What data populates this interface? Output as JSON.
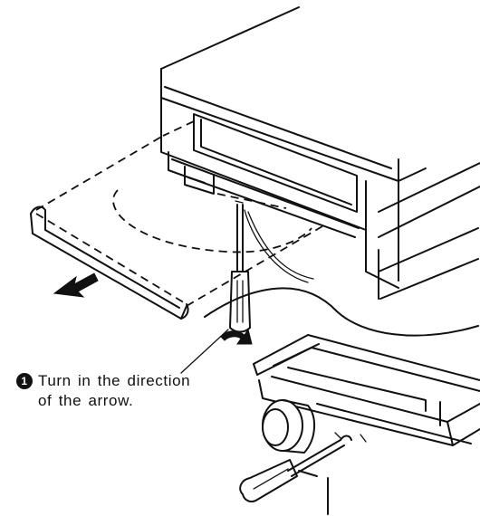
{
  "instruction": {
    "step_number": "1",
    "line1": "Turn in the direction",
    "line2": "of the arrow."
  }
}
